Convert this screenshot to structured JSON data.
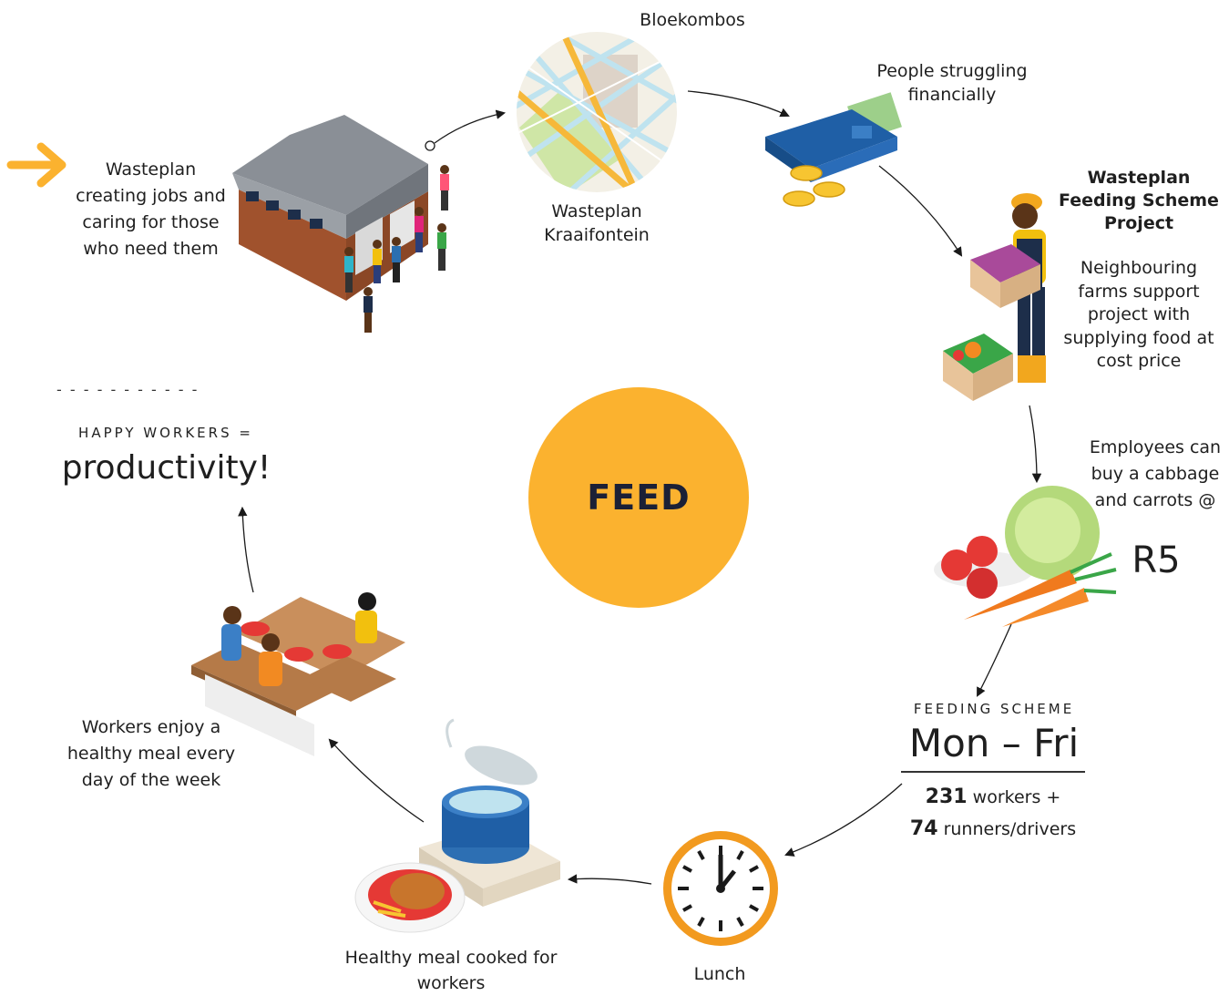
{
  "center": {
    "label": "FEED"
  },
  "start": {
    "text": "Wasteplan creating jobs and caring for those who need them"
  },
  "map": {
    "top_label": "Bloekombos",
    "bottom_label": "Wasteplan Kraaifontein"
  },
  "wallet": {
    "label": "People struggling financially"
  },
  "project": {
    "title": "Wasteplan Feeding Scheme Project",
    "text": "Neighbouring farms support project with supplying food at cost price"
  },
  "veg": {
    "text": "Employees can buy a cabbage and carrots @",
    "price": "R5"
  },
  "scheme": {
    "caption": "FEEDING SCHEME",
    "days": "Mon – Fri",
    "workers_count": "231",
    "workers_text": "workers +",
    "runners_count": "74",
    "runners_text": "runners/drivers"
  },
  "clock": {
    "label": "Lunch"
  },
  "meal": {
    "label": "Healthy meal cooked for workers"
  },
  "table": {
    "label": "Workers enjoy a healthy meal every day of the week"
  },
  "result": {
    "dashes": "- - - - - - - - - - -",
    "caption": "HAPPY WORKERS =",
    "headline": "productivity!"
  },
  "colors": {
    "accent": "#fbb22f",
    "dark_text": "#1b2036",
    "clock_ring": "#f29a1f"
  }
}
